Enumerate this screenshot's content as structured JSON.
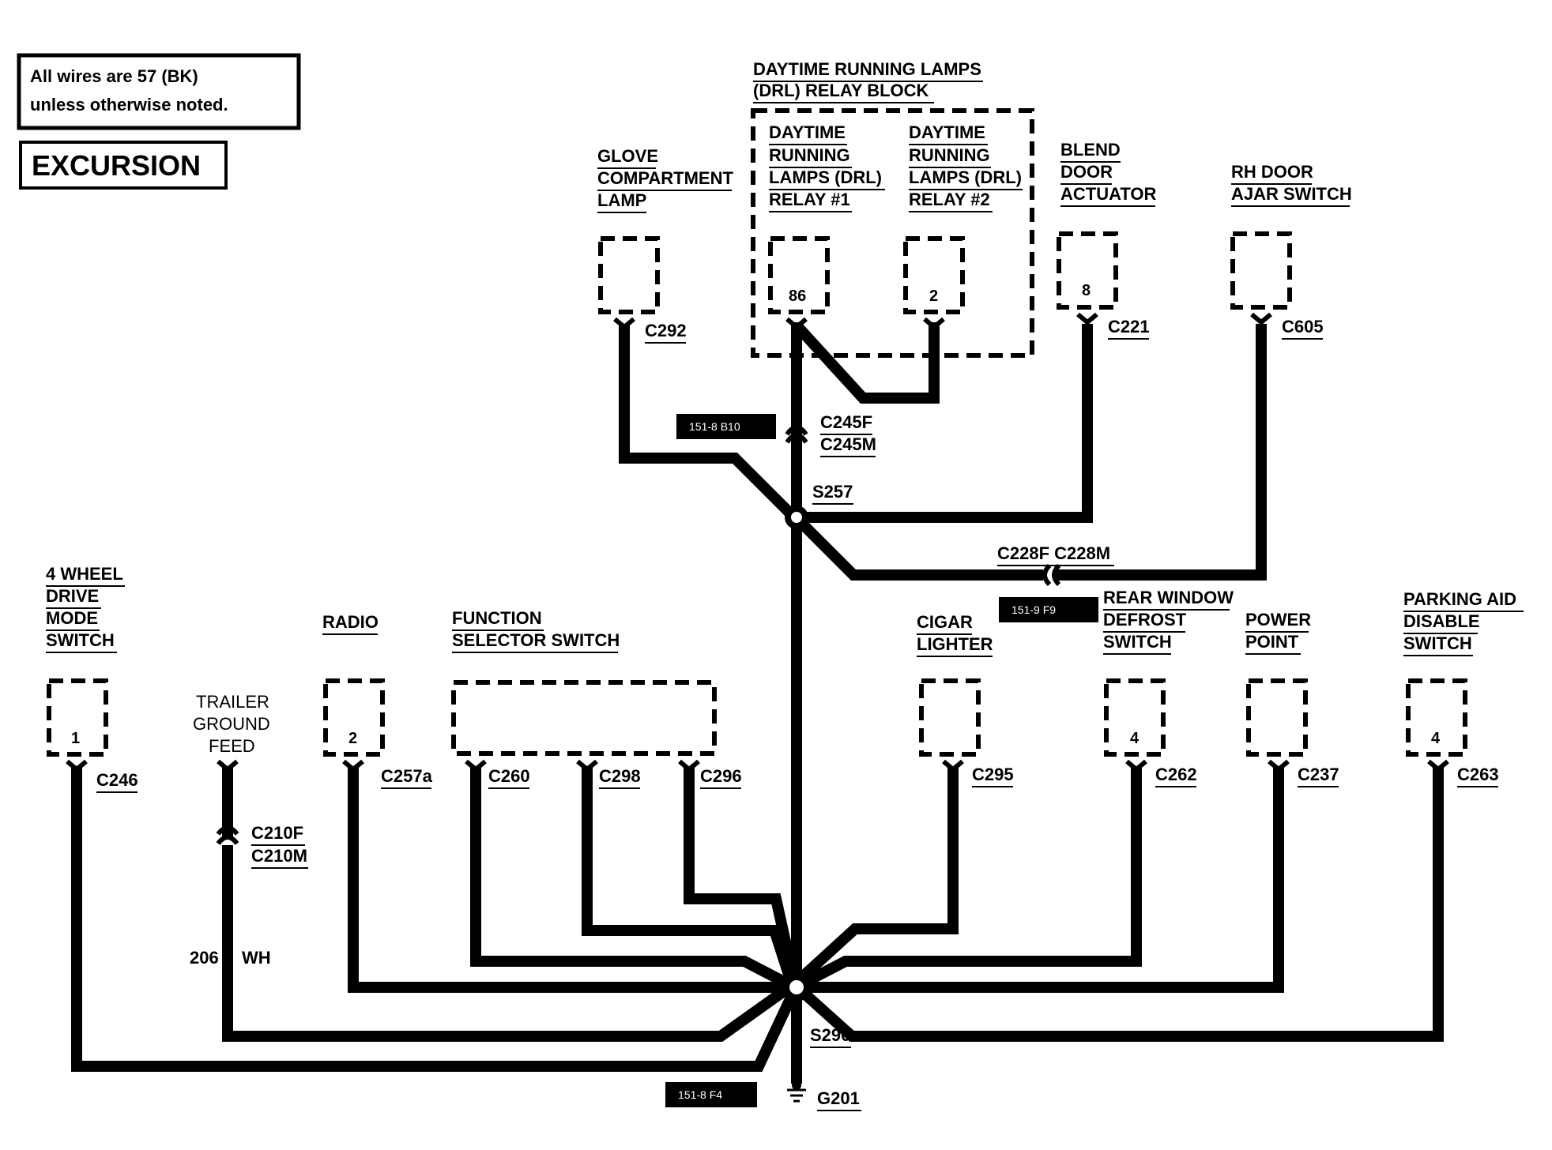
{
  "note": {
    "line1": "All wires are 57 (BK)",
    "line2": "unless otherwise noted."
  },
  "model": "EXCURSION",
  "drl_block": {
    "title_line1": "DAYTIME RUNNING LAMPS",
    "title_line2": "(DRL) RELAY BLOCK"
  },
  "components": {
    "glove": {
      "l1": "GLOVE",
      "l2": "COMPARTMENT",
      "l3": "LAMP",
      "conn": "C292"
    },
    "relay1": {
      "l1": "DAYTIME",
      "l2": "RUNNING",
      "l3": "LAMPS (DRL)",
      "l4": "RELAY #1",
      "pin": "86"
    },
    "relay2": {
      "l1": "DAYTIME",
      "l2": "RUNNING",
      "l3": "LAMPS (DRL)",
      "l4": "RELAY #2",
      "pin": "2"
    },
    "blend": {
      "l1": "BLEND",
      "l2": "DOOR",
      "l3": "ACTUATOR",
      "pin": "8",
      "conn": "C221"
    },
    "rhdoor": {
      "l1": "RH DOOR",
      "l2": "AJAR SWITCH",
      "conn": "C605"
    },
    "fwd": {
      "l1": "4 WHEEL",
      "l2": "DRIVE",
      "l3": "MODE",
      "l4": "SWITCH",
      "pin": "1",
      "conn": "C246"
    },
    "trailer": {
      "l1": "TRAILER",
      "l2": "GROUND",
      "l3": "FEED"
    },
    "radio": {
      "l1": "RADIO",
      "pin": "2",
      "conn": "C257a"
    },
    "function": {
      "l1": "FUNCTION",
      "l2": "SELECTOR SWITCH",
      "conn1": "C260",
      "conn2": "C298",
      "conn3": "C296"
    },
    "cigar": {
      "l1": "CIGAR",
      "l2": "LIGHTER",
      "conn": "C295"
    },
    "rearwin": {
      "l1": "REAR WINDOW",
      "l2": "DEFROST",
      "l3": "SWITCH",
      "pin": "4",
      "conn": "C262"
    },
    "power": {
      "l1": "POWER",
      "l2": "POINT",
      "conn": "C237"
    },
    "parking": {
      "l1": "PARKING AID",
      "l2": "DISABLE",
      "l3": "SWITCH",
      "pin": "4",
      "conn": "C263"
    }
  },
  "inline": {
    "c245f": "C245F",
    "c245m": "C245M",
    "c228": "C228F C228M",
    "c210f": "C210F",
    "c210m": "C210M"
  },
  "splices": {
    "s257": "S257",
    "s290": "S290"
  },
  "ground": "G201",
  "wire_206": {
    "circuit": "206",
    "color": "WH"
  },
  "refs": {
    "r1": "151-8 B10",
    "r2": "151-9 F9",
    "r3": "151-8 F4"
  }
}
